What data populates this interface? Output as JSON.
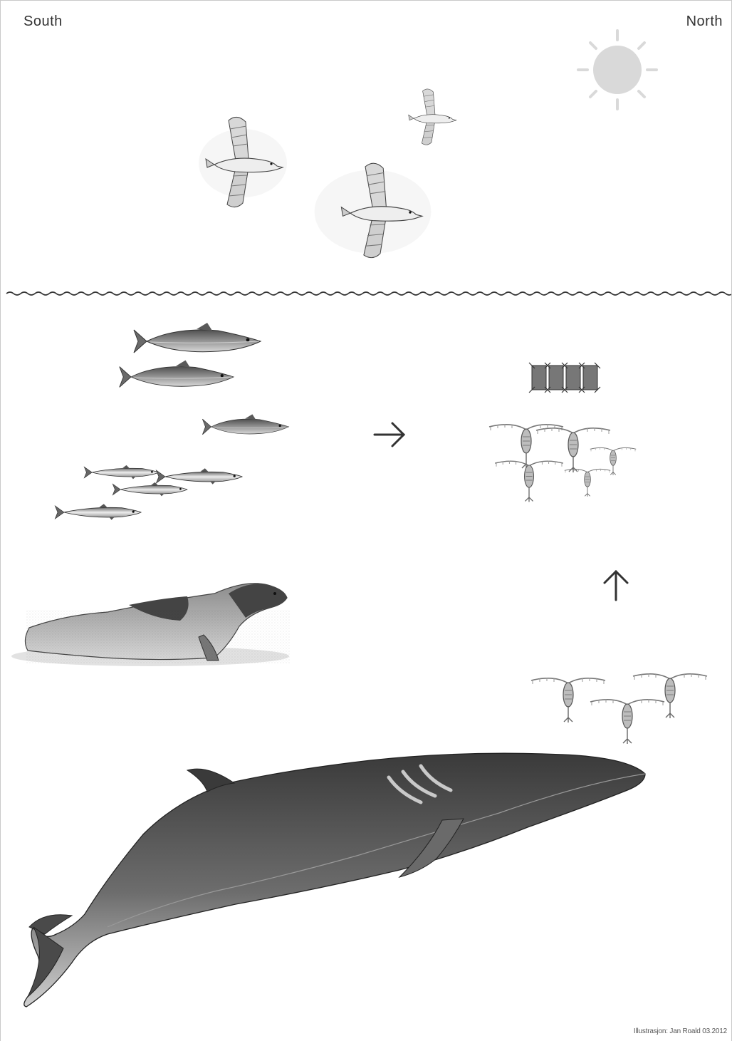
{
  "labels": {
    "left": "South",
    "right": "North"
  },
  "credit": "Illustrasjon: Jan Roald 03.2012",
  "figures": {
    "sky": [
      "sun-icon",
      "seabird-icon",
      "seabird-icon",
      "seabird-icon"
    ],
    "water_surface": "wave-line",
    "south_side": [
      "herring-icon",
      "herring-icon",
      "herring-icon",
      "capelin-icon",
      "capelin-icon",
      "capelin-icon",
      "capelin-icon",
      "seal-icon",
      "whale-icon"
    ],
    "north_side": [
      "diatom-chain-icon",
      "copepod-icon",
      "copepod-icon",
      "copepod-icon",
      "copepod-icon",
      "copepod-icon",
      "copepod-icon",
      "copepod-icon",
      "copepod-icon"
    ],
    "arrows": [
      "arrow-right-icon",
      "arrow-up-icon"
    ]
  },
  "colors": {
    "sun": "#d9d9d9",
    "ink": "#333333",
    "fish_body": "#8a8a8a",
    "whale_body": "#5a5a5a",
    "seal_body": "#a8a8a8",
    "seal_dark": "#444444"
  }
}
